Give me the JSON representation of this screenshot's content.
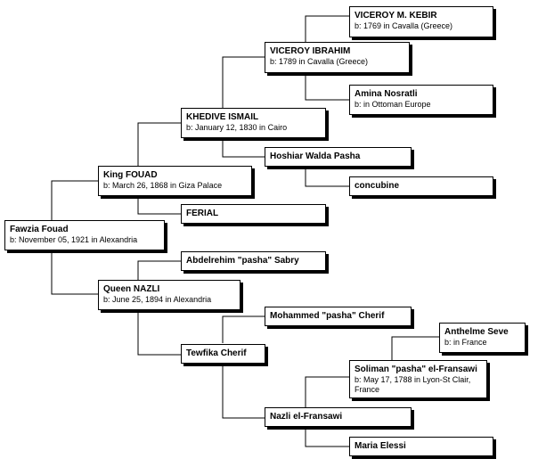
{
  "people": {
    "fawzia": {
      "name": "Fawzia Fouad",
      "detail": "b: November 05, 1921 in Alexandria"
    },
    "fouad": {
      "name": "King FOUAD",
      "detail": "b: March 26, 1868 in Giza Palace"
    },
    "nazli": {
      "name": "Queen NAZLI",
      "detail": "b: June 25, 1894 in Alexandria"
    },
    "ismail": {
      "name": "KHEDIVE ISMAIL",
      "detail": "b: January 12, 1830 in Cairo"
    },
    "ferial": {
      "name": "FERIAL"
    },
    "abdel": {
      "name": "Abdelrehim \"pasha\" Sabry"
    },
    "tewfika": {
      "name": "Tewfika Cherif"
    },
    "ibrahim": {
      "name": "VICEROY IBRAHIM",
      "detail": "b: 1789 in Cavalla (Greece)"
    },
    "hoshiar": {
      "name": "Hoshiar Walda Pasha"
    },
    "mohammed": {
      "name": "Mohammed \"pasha\" Cherif"
    },
    "nazlie": {
      "name": "Nazli el-Fransawi"
    },
    "kebir": {
      "name": "VICEROY M. KEBIR",
      "detail": "b: 1769 in Cavalla (Greece)"
    },
    "amina": {
      "name": "Amina Nosratli",
      "detail": "b: in Ottoman Europe"
    },
    "concubine": {
      "name": "concubine"
    },
    "soliman": {
      "name": "Soliman \"pasha\" el-Fransawi",
      "detail": "b: May 17, 1788 in Lyon-St Clair, France"
    },
    "maria": {
      "name": "Maria Elessi"
    },
    "anthelme": {
      "name": "Anthelme Seve",
      "detail": "b: in France"
    }
  }
}
